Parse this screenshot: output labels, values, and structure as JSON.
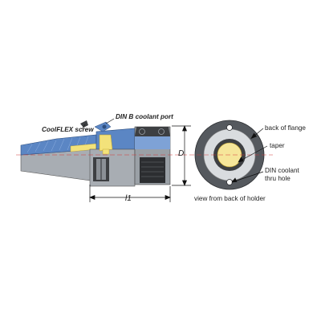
{
  "labels": {
    "coolflex_screw": "CoolFLEX screw",
    "din_b_coolant_port": "DIN B coolant port",
    "dimension_d": "D",
    "dimension_l1": "l1",
    "back_of_flange": "back of flange",
    "taper": "taper",
    "din_coolant_thru_hole_line1": "DIN coolant",
    "din_coolant_thru_hole_line2": "thru hole",
    "view_caption": "view from back of holder"
  },
  "colors": {
    "taper_blue": "#5b86c4",
    "body_gray": "#a8adb3",
    "dark_gray": "#3d3f42",
    "coolant_yellow": "#f3e27a",
    "bore_yellow": "#f6e69a",
    "center_line_red": "#d43b3b",
    "flange_light": "#d9dcdf"
  }
}
